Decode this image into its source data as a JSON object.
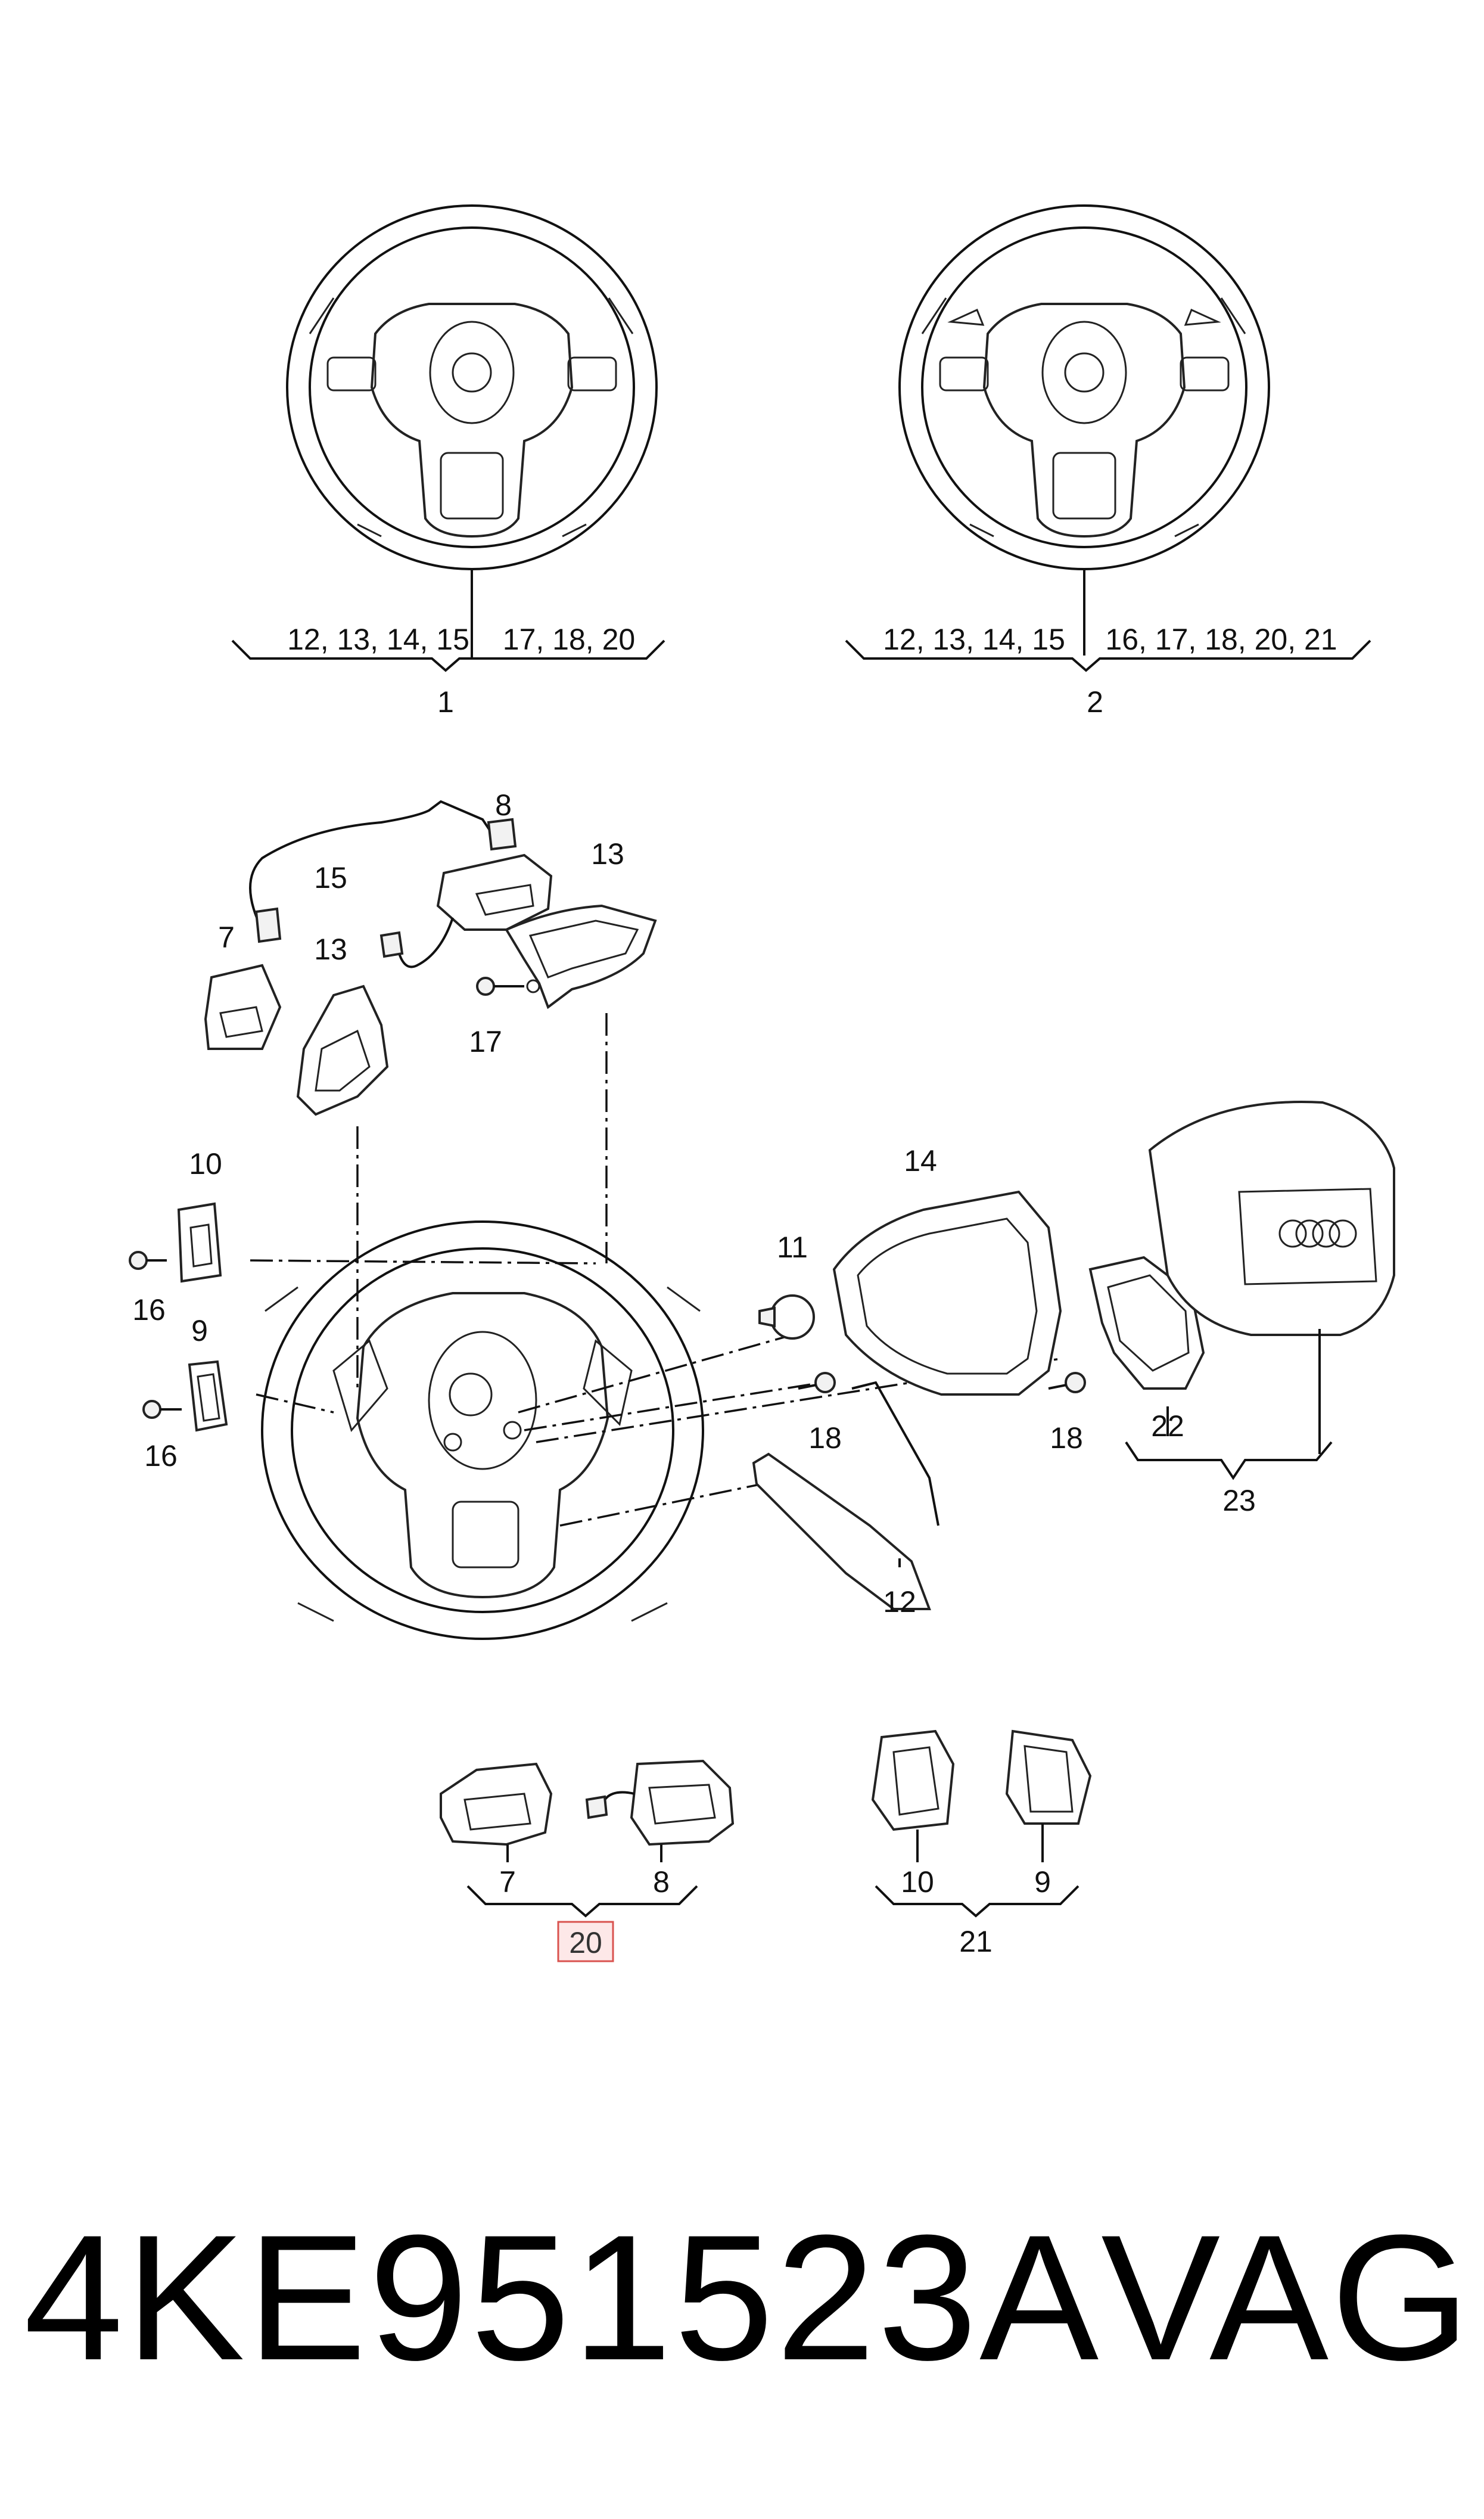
{
  "top_wheels": [
    {
      "callout": "1",
      "group_left": "12, 13, 14, 15",
      "group_right": "17, 18, 20"
    },
    {
      "callout": "2",
      "group_left": "12, 13, 14, 15",
      "group_right": "16, 17, 18, 20, 21"
    }
  ],
  "exploded_labels": {
    "l7": "7",
    "l8": "8",
    "l9": "9",
    "l10": "10",
    "l11": "11",
    "l12": "12",
    "l13a": "13",
    "l13b": "13",
    "l14": "14",
    "l15": "15",
    "l16a": "16",
    "l16b": "16",
    "l17": "17",
    "l18a": "18",
    "l18b": "18",
    "l22": "22",
    "l23": "23"
  },
  "kits": {
    "k7": "7",
    "k8": "8",
    "kit20": "20",
    "k10": "10",
    "k9": "9",
    "kit21": "21"
  },
  "highlighted_callout": "20",
  "footer": {
    "part_number": "4KE951523A",
    "brand": "VAG"
  },
  "colors": {
    "line": "#111111",
    "highlight_fill": "#fde8e8",
    "highlight_border": "#d9534f"
  }
}
